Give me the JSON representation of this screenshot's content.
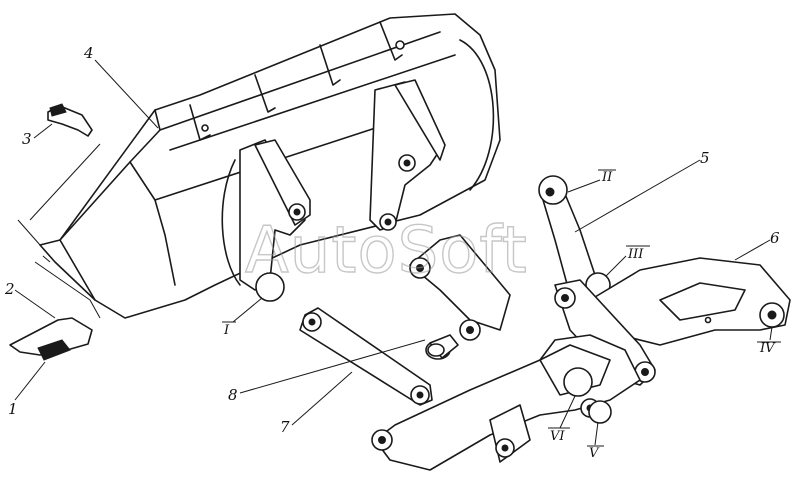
{
  "watermark": "AutoSoft",
  "part_labels": {
    "p1": "1",
    "p2": "2",
    "p3": "3",
    "p4": "4",
    "p5": "5",
    "p6": "6",
    "p7": "7",
    "p8": "8"
  },
  "joint_labels": {
    "j1": "I",
    "j2": "II",
    "j3": "III",
    "j4": "IV",
    "j5": "V",
    "j6": "VI"
  }
}
